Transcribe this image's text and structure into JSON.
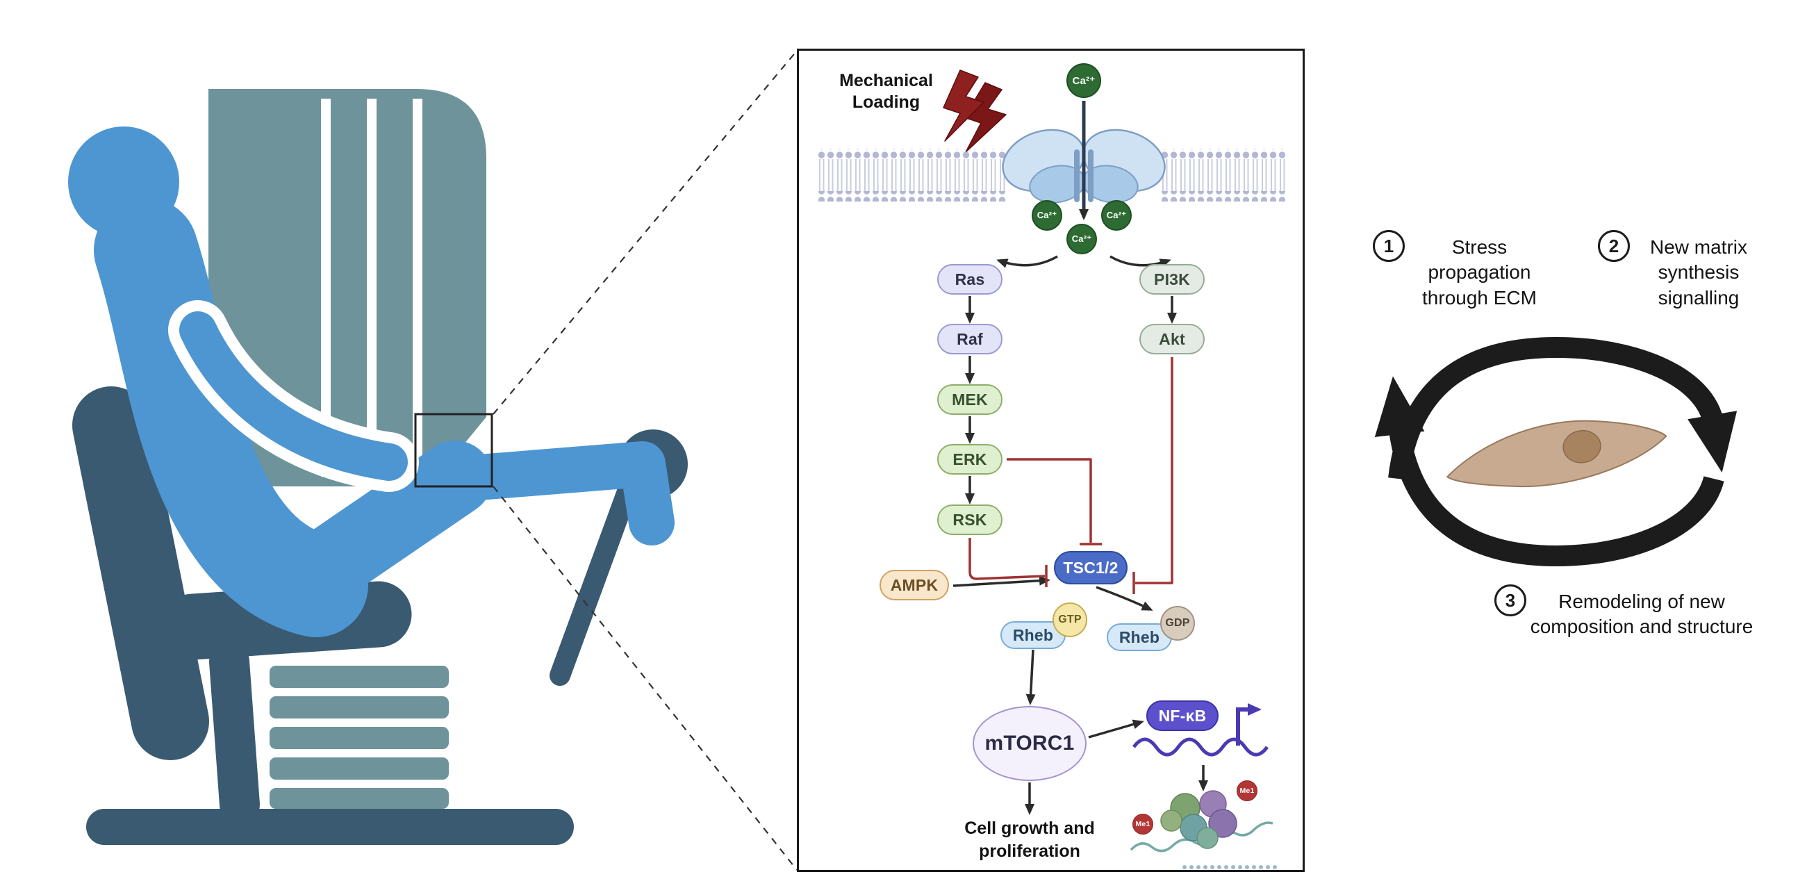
{
  "pathway": {
    "stimulus": "Mechanical Loading",
    "ca_top": "Ca²⁺",
    "ca_a": "Ca²⁺",
    "ca_b": "Ca²⁺",
    "ca_c": "Ca²⁺",
    "nodes": {
      "ras": "Ras",
      "raf": "Raf",
      "mek": "MEK",
      "erk": "ERK",
      "rsk": "RSK",
      "pi3k": "PI3K",
      "akt": "Akt",
      "ampk": "AMPK",
      "tsc12": "TSC1/2",
      "rheb_gtp": "Rheb",
      "gtp": "GTP",
      "rheb_gdp": "Rheb",
      "gdp": "GDP",
      "mtorc1": "mTORC1",
      "nfkb": "NF-κB"
    },
    "methyl_a": "Me1",
    "methyl_b": "Me1",
    "outcome": "Cell growth and proliferation"
  },
  "cycle": {
    "step1_num": "1",
    "step1_label": "Stress propagation through ECM",
    "step2_num": "2",
    "step2_label": "New matrix synthesis signalling",
    "step3_num": "3",
    "step3_label": "Remodeling of new composition and structure"
  },
  "colors": {
    "person_blue": "#4e96d2",
    "machine_teal": "#6e939b",
    "frame_dark": "#3a5a72",
    "inhibit_red": "#a13232",
    "tsc_blue": "#4a6cc6",
    "nfkb_purple": "#5d50cc",
    "bolt_red": "#8e2020"
  }
}
